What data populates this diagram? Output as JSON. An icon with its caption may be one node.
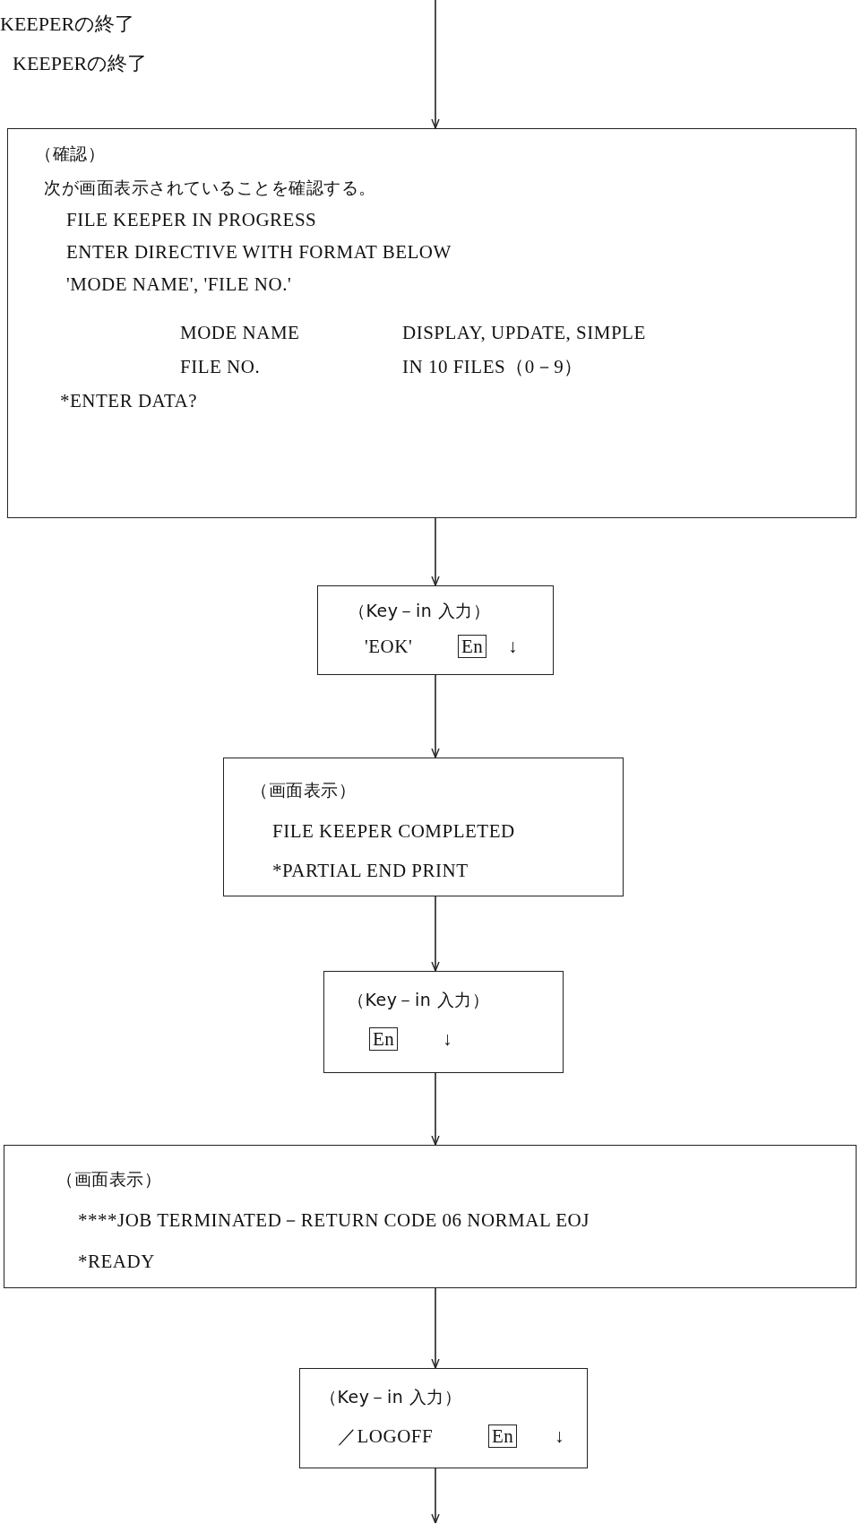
{
  "diagram": {
    "nodes": [
      {
        "text": [
          "（確認）",
          "次が画面表示されていることを確認する。",
          "FILE KEEPER IN PROGRESS",
          "ENTER DIRECTIVE WITH FORMAT BELOW",
          "'MODE NAME', 'FILE NO.'",
          "MODE NAME",
          "DISPLAY, UPDATE, SIMPLE",
          "FILE NO.",
          "IN 10 FILES（0－9）",
          "*ENTER DATA?"
        ]
      },
      {
        "text": [
          "（Key－in 入力）",
          "'EOK'",
          "En",
          "↓"
        ]
      },
      {
        "text": [
          "（画面表示）",
          "FILE KEEPER COMPLETED",
          "*PARTIAL END PRINT"
        ]
      },
      {
        "text": [
          "（Key－in 入力）",
          "En",
          "↓"
        ]
      },
      {
        "text": [
          "（画面表示）",
          "****JOB TERMINATED－RETURN CODE 06 NORMAL EOJ",
          "*READY"
        ]
      },
      {
        "text": [
          "（Key－in 入力）",
          "／LOGOFF",
          "En",
          "↓"
        ]
      }
    ],
    "edges": [
      {
        "from": null,
        "to": 0,
        "arrow": "to"
      },
      {
        "from": 0,
        "to": 1,
        "arrow": "to"
      },
      {
        "from": 1,
        "to": 2,
        "arrow": "to"
      },
      {
        "from": 2,
        "to": 3,
        "arrow": "to"
      },
      {
        "from": 3,
        "to": 4,
        "arrow": "to"
      },
      {
        "from": 4,
        "to": 5,
        "arrow": "to"
      },
      {
        "from": 5,
        "to": null,
        "arrow": "to"
      }
    ],
    "labels": [
      "KEEPERの終了",
      "KEEPERの終了"
    ]
  }
}
